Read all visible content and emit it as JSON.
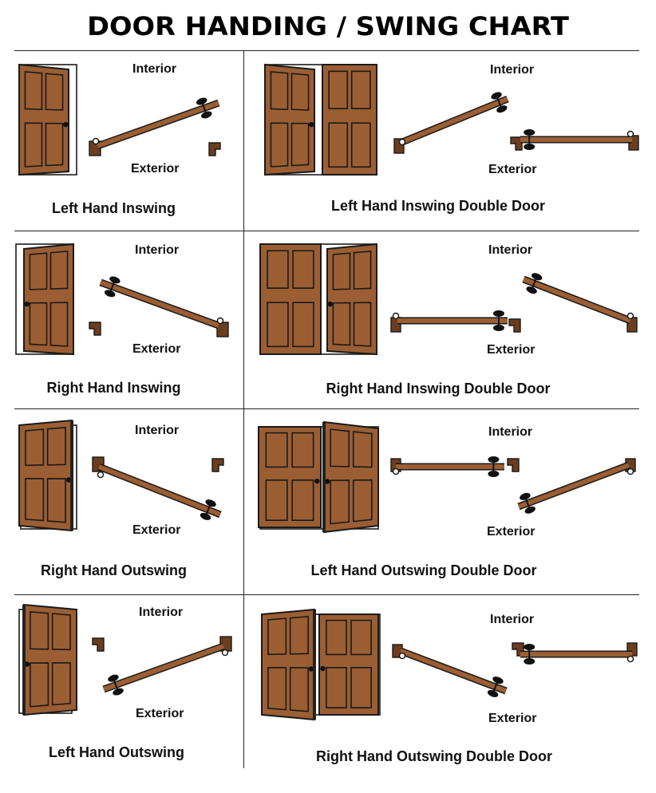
{
  "title": "DOOR HANDING / SWING CHART",
  "labels": {
    "interior": "Interior",
    "exterior": "Exterior"
  },
  "colors": {
    "door": "#9b5e33",
    "door_dark": "#6b3d1e",
    "panel": "#9b5e33",
    "stroke": "#1a1a1a",
    "frame": "#ffffff"
  },
  "cells": [
    {
      "id": "lh-in",
      "caption": "Left Hand Inswing"
    },
    {
      "id": "lh-in-dbl",
      "caption": "Left Hand Inswing Double Door"
    },
    {
      "id": "rh-in",
      "caption": "Right Hand Inswing"
    },
    {
      "id": "rh-in-dbl",
      "caption": "Right Hand Inswing Double Door"
    },
    {
      "id": "rh-out",
      "caption": "Right Hand Outswing"
    },
    {
      "id": "lh-out-dbl",
      "caption": "Left Hand Outswing Double Door"
    },
    {
      "id": "lh-out",
      "caption": "Left Hand Outswing"
    },
    {
      "id": "rh-out-dbl",
      "caption": "Right Hand Outswing Double Door"
    }
  ]
}
